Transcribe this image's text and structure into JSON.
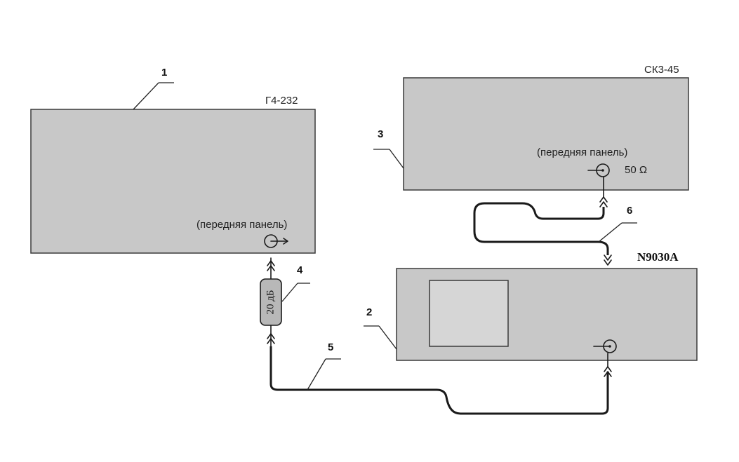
{
  "devices": {
    "generator": {
      "number": "1",
      "model": "Г4-232",
      "panel_label": "(передняя панель)"
    },
    "analyzer": {
      "number": "2",
      "model": "N9030A"
    },
    "meter": {
      "number": "3",
      "model": "СК3-45",
      "panel_label": "(передняя панель)",
      "impedance": "50 Ω"
    }
  },
  "attenuator": {
    "number": "4",
    "label": "20 дБ"
  },
  "cables": {
    "cable_5": {
      "number": "5"
    },
    "cable_6": {
      "number": "6"
    }
  }
}
